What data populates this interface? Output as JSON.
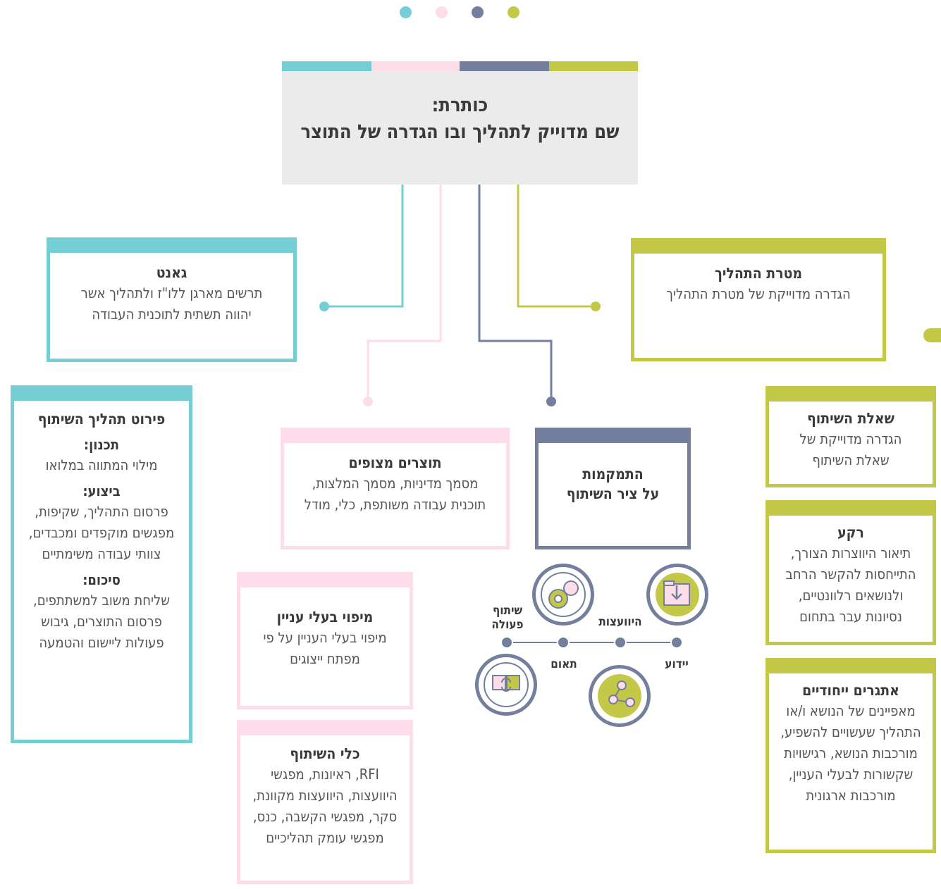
{
  "colors": {
    "teal": "#76ced5",
    "pink": "#fcdde9",
    "navy": "#737f9c",
    "lime": "#c3c946",
    "grey": "#ebebeb"
  },
  "title": {
    "line1": "כותרת:",
    "line2": "שם מדוייק לתהליך ובו הגדרה של התוצר"
  },
  "boxes": {
    "gantt": {
      "heading": "גאנט",
      "text": "תרשים מארגן ללו\"ז ולתהליך אשר יהווה תשתית לתוכנית העבודה"
    },
    "goal": {
      "heading": "מטרת התהליך",
      "text": "הגדרה מדוייקת של מטרת התהליך"
    },
    "details": {
      "heading": "פירוט תהליך השיתוף",
      "planning_label": "תכנון:",
      "planning_text": "מילוי המתווה במלואו",
      "execution_label": "ביצוע:",
      "execution_text": "פרסום התהליך, שקיפות, מפגשים מוקפדים ומכבדים, צוותי עבודה משימתיים",
      "summary_label": "סיכום:",
      "summary_text": "שליחת משוב למשתתפים, פרסום התוצרים, גיבוש פעולות ליישום והטמעה"
    },
    "outputs": {
      "heading": "תוצרים מצופים",
      "text": "מסמך מדיניות, מסמך המלצות, תוכנית עבודה משותפת, כלי, מודל"
    },
    "positioning": {
      "line1": "התמקמות",
      "line2": "על ציר השיתוף"
    },
    "question": {
      "heading": "שאלת השיתוף",
      "text": "הגדרה מדוייקת של שאלת השיתוף"
    },
    "background": {
      "heading": "רקע",
      "text": "תיאור היווצרות הצורך, התייחסות להקשר הרחב ולנושאים רלוונטיים, נסיונות עבר בתחום"
    },
    "stakeholders": {
      "heading": "מיפוי בעלי עניין",
      "text": "מיפוי בעלי העניין על פי מפתח ייצוגים"
    },
    "tools": {
      "heading": "כלי השיתוף",
      "text": "RFI, ראיונות, מפגשי היוועצות, היוועצות מקוונת, סקר, מפגשי הקשבה, כנס, מפגשי עומק תהליכיים"
    },
    "challenges": {
      "heading": "אתגרים ייחודיים",
      "text": "מאפיינים של הנושא ו/או התהליך שעשויים להשפיע, מורכבות הנושא, רגישויות שקשורות לבעלי העניין, מורכבות ארגונית"
    }
  },
  "axis": {
    "stages": [
      "יידוע",
      "היוועצות",
      "תאום",
      "שיתוף פעולה"
    ],
    "icons": [
      "folder-download-icon",
      "network-icon",
      "gears-icon",
      "laptops-exchange-icon"
    ]
  }
}
